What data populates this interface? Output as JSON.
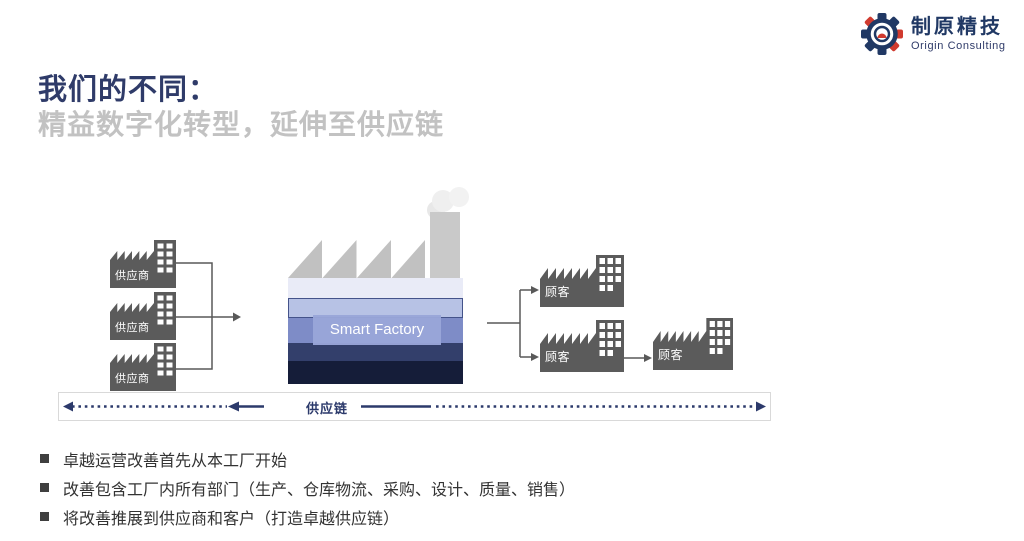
{
  "slide": {
    "title": "我们的不同：",
    "subtitle": "精益数字化转型，延伸至供应链"
  },
  "logo": {
    "brand": "制原精技",
    "tagline": "Origin Consulting"
  },
  "diagram": {
    "supplier_label": "供应商",
    "customer_label": "顾客",
    "smart_factory_label": "Smart Factory",
    "supply_chain_label": "供应链"
  },
  "bullets": [
    "卓越运营改善首先从本工厂开始",
    "改善包含工厂内所有部门（生产、仓库物流、采购、设计、质量、销售）",
    "将改善推展到供应商和客户（打造卓越供应链）"
  ],
  "colors": {
    "brand_navy": "#203864",
    "brand_red": "#D03A2E",
    "title_navy": "#2F3B69",
    "subtitle_gray": "#C2C2C2",
    "factory_gray": "#5B5B5B",
    "connector_gray": "#595959",
    "supply_chain_navy": "#2C3A6B",
    "band_light": "#E9EBF7",
    "band_light_blue": "#B7C2E5",
    "band_medium": "#7E8CC7",
    "band_dark": "#333F6B",
    "band_darkest": "#151D39",
    "smart_factory_bg": "#98A4D8"
  }
}
